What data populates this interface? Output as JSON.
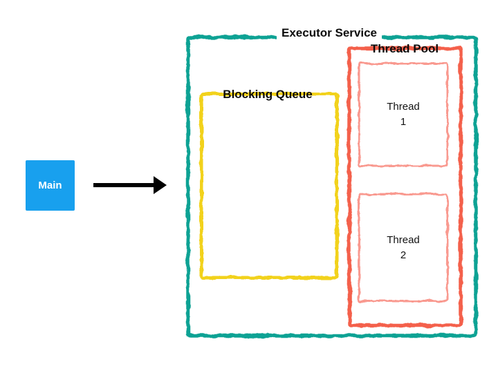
{
  "diagram": {
    "executor_service": {
      "label": "Executor Service",
      "border_color": "#0FA294"
    },
    "blocking_queue": {
      "label": "Blocking Queue",
      "border_color": "#F2D21F"
    },
    "thread_pool": {
      "label": "Thread Pool",
      "border_color": "#F4604C"
    },
    "thread_1": {
      "label": "Thread\n1",
      "border_color": "#F99A90"
    },
    "thread_2": {
      "label": "Thread\n2",
      "border_color": "#F99A90"
    },
    "main": {
      "label": "Main",
      "fill_color": "#18A0EE",
      "text_color": "#FFFFFF"
    },
    "arrow": {
      "color": "#000000"
    }
  }
}
